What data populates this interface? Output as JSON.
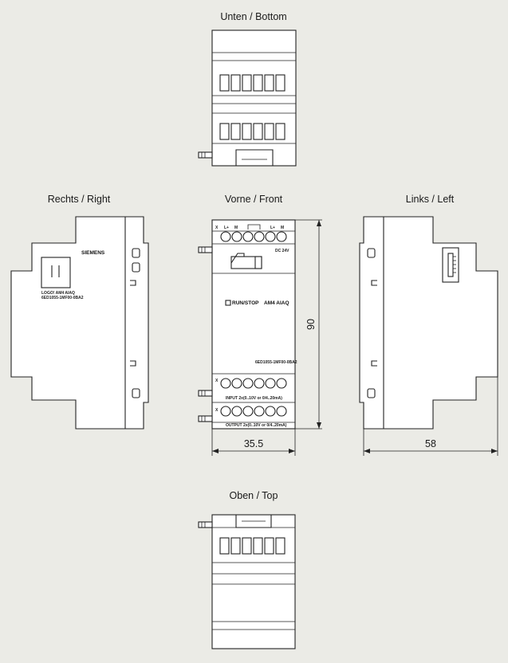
{
  "views": {
    "bottom": "Unten / Bottom",
    "right": "Rechts / Right",
    "front": "Vorne / Front",
    "left": "Links / Left",
    "top": "Oben / Top"
  },
  "dimensions": {
    "height": "90",
    "front_width": "35.5",
    "side_depth": "58"
  },
  "front_panel": {
    "terminal_top_l": "L+",
    "terminal_top_m": "M",
    "terminal_top_l2": "L+",
    "terminal_top_m2": "M",
    "supply": "DC 24V",
    "status": "RUN/STOP",
    "model": "AM4 AIAQ",
    "order_number": "6ED1055-1MF00-0BA2",
    "input_label": "INPUT 2x(0..10V or 0/4..20mA)",
    "output_label": "OUTPUT 2x(0..10V or 0/4..20mA)"
  },
  "side_panel": {
    "brand": "SIEMENS",
    "label_line1": "LOGO! AM4 AIAQ",
    "label_line2": "6ED1055-1MF00-0BA2"
  }
}
